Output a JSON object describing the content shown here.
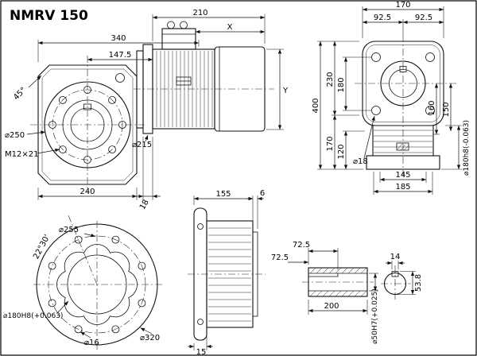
{
  "title": "NMRV 150",
  "side_view": {
    "dim_210": "210",
    "dim_x": "X",
    "dim_340": "340",
    "dim_147_5": "147.5",
    "angle_45": "45°",
    "dia_250": "⌀250",
    "thread_m12": "M12×21",
    "dim_240": "240",
    "dim_18": "18",
    "dia_215": "⌀215",
    "dim_y": "Y"
  },
  "front_view": {
    "dim_170": "170",
    "dim_92_5_left": "92.5",
    "dim_92_5_right": "92.5",
    "dim_400": "400",
    "dim_230": "230",
    "dim_180": "180",
    "dim_170_lower": "170",
    "dim_120": "120",
    "dim_160": "160",
    "dim_150": "150",
    "dia_18": "⌀18",
    "dim_145": "145",
    "dim_185": "185",
    "dia_180h8": "⌀180h8(-0.063)"
  },
  "flange_view": {
    "angle_22_30": "22°30'",
    "dia_255": "⌀255",
    "dia_180H8": "⌀180H8(+0.063)",
    "dia_16": "⌀16",
    "dia_320": "⌀320"
  },
  "output_view": {
    "dim_155": "155",
    "dim_6": "6",
    "dim_15": "15"
  },
  "shaft_view": {
    "dim_72_5_a": "72.5",
    "dim_72_5_b": "72.5",
    "dim_200": "200",
    "dia_50H7": "⌀50H7(+0.025)",
    "dim_14": "14",
    "dim_53_8": "53.8"
  }
}
